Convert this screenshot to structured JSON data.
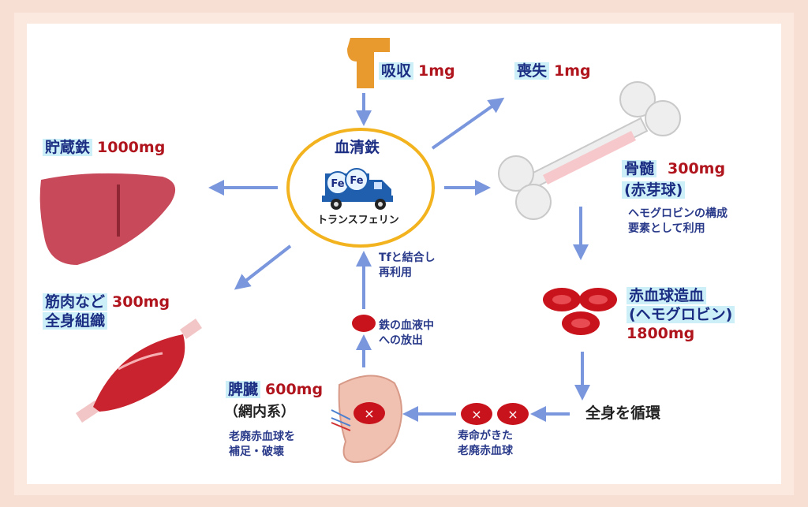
{
  "absorption": {
    "label": "吸収",
    "amount": "1mg"
  },
  "loss": {
    "label": "喪失",
    "amount": "1mg"
  },
  "serum_iron": {
    "title": "血清鉄",
    "truck_badge": "Fe",
    "transferrin": "トランスフェリン"
  },
  "storage_iron": {
    "label": "貯蔵鉄",
    "amount": "1000mg"
  },
  "muscle": {
    "line1": "筋肉など",
    "amount": "300mg",
    "line2": "全身組織"
  },
  "bone_marrow": {
    "label": "骨髄",
    "amount": "300mg",
    "sublabel": "(赤芽球)",
    "note": [
      "ヘモグロビンの構成",
      "要素として利用"
    ]
  },
  "erythropoiesis": {
    "line1": "赤血球造血",
    "line2": "(ヘモグロビン)",
    "amount": "1800mg"
  },
  "circulation": {
    "label": "全身を循環"
  },
  "aged_rbc": {
    "note": [
      "寿命がきた",
      "老廃赤血球"
    ]
  },
  "spleen": {
    "label": "脾臓",
    "amount": "600mg",
    "sublabel": "（網内系）",
    "note": [
      "老廃赤血球を",
      "補足・破壊"
    ]
  },
  "release": {
    "note": [
      "鉄の血液中",
      "への放出"
    ]
  },
  "reuse": {
    "note": [
      "Tfと結合し",
      "再利用"
    ]
  },
  "colors": {
    "arrow": "#7a96dc",
    "label_bg": "#cdf0f8",
    "label_text": "#1b2d82",
    "amount": "#b0151e",
    "ellipse": "#f2b31f",
    "rbc": "#c8131c",
    "liver": "#c8495a",
    "bone": "#eeeeee"
  }
}
